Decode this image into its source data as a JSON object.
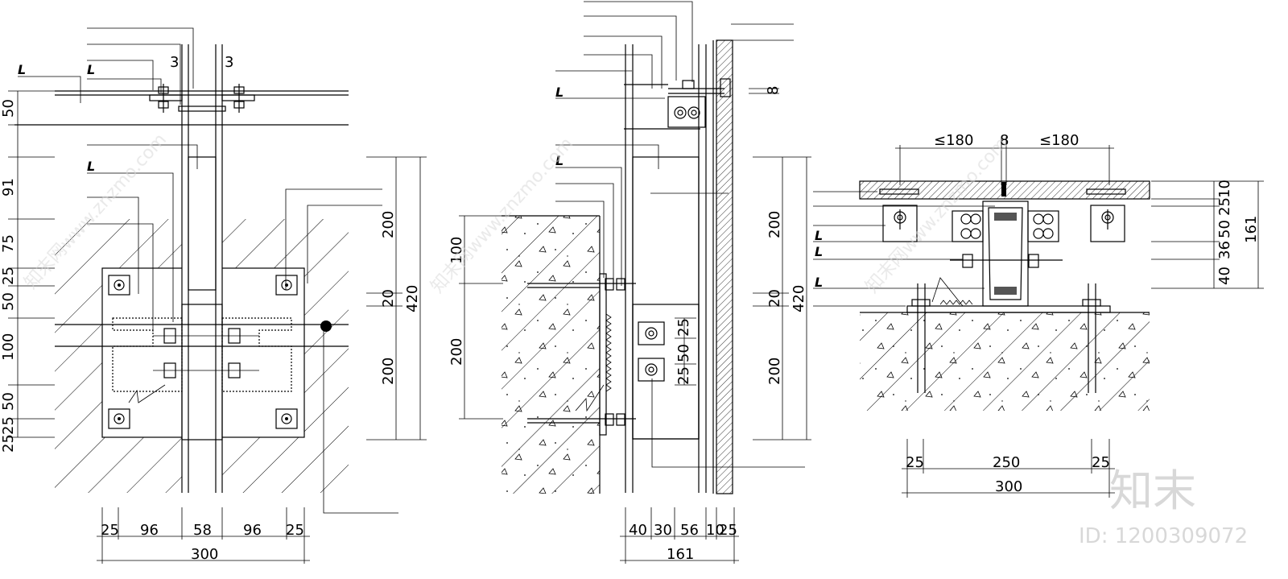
{
  "colors": {
    "line": "#000000",
    "background": "#ffffff",
    "watermark": "#cfcfcf"
  },
  "left_view": {
    "dims_bottom": [
      "25",
      "96",
      "58",
      "96",
      "25"
    ],
    "dim_total": "300",
    "dims_left": [
      "50",
      "91",
      "75",
      "25",
      "50",
      "100",
      "50",
      "25",
      "25"
    ],
    "dims_right_inner": [
      "200",
      "20",
      "200"
    ],
    "dim_right_total": "420",
    "dims_top": [
      "3",
      "3"
    ],
    "weld_marks": [
      "L",
      "L",
      "L"
    ]
  },
  "middle_view": {
    "dims_bottom": [
      "40",
      "30",
      "56",
      "10",
      "25"
    ],
    "dim_total": "161",
    "dims_left": [
      "100",
      "200"
    ],
    "dims_right_inner": [
      "200",
      "20",
      "200"
    ],
    "dim_right_total": "420",
    "dims_bolts": [
      "25",
      "50",
      "25"
    ],
    "dim_top_small": "8",
    "weld_marks": [
      "L",
      "L"
    ]
  },
  "right_view": {
    "dims_top": [
      "≤180",
      "8",
      "≤180"
    ],
    "dims_right": [
      "10",
      "25",
      "50",
      "36",
      "40"
    ],
    "dim_right_total": "161",
    "dims_bottom": [
      "25",
      "250",
      "25"
    ],
    "dim_total": "300",
    "weld_marks": [
      "L",
      "L",
      "L"
    ]
  },
  "watermark": {
    "logo_text": "知末",
    "id_text": "ID: 1200309072",
    "diagonal_text": "知末网www.znzmo.com"
  }
}
